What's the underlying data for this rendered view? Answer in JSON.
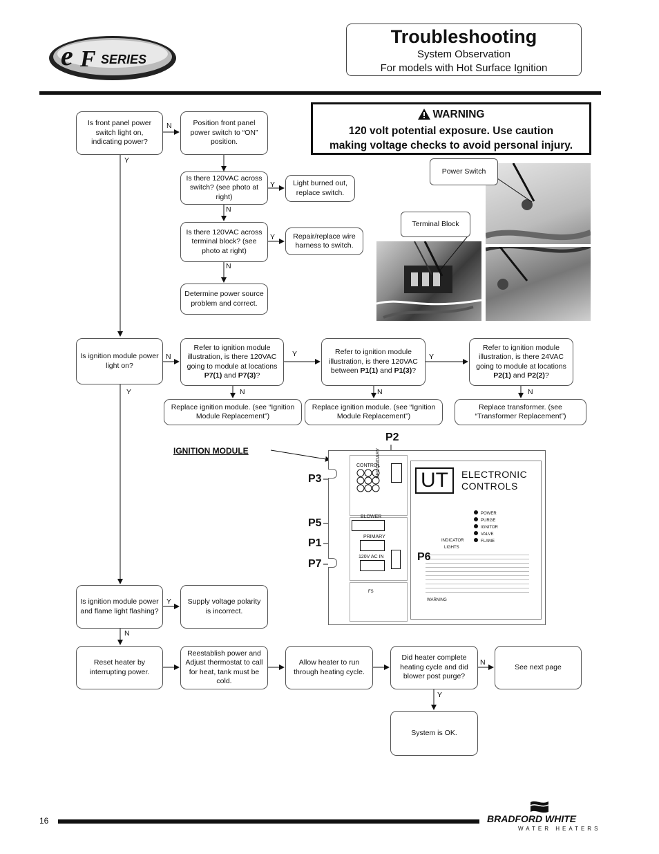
{
  "header": {
    "logo_text": "eF SERIES",
    "title": "Troubleshooting",
    "subtitle1": "System Observation",
    "subtitle2": "For models with Hot Surface Ignition"
  },
  "warning": {
    "heading": "WARNING",
    "line1": "120 volt potential exposure. Use caution",
    "line2": "making voltage checks to avoid personal injury."
  },
  "flow": {
    "b1": "Is front panel power switch light on, indicating power?",
    "b2": "Position front panel power switch to “ON” position.",
    "b3": "Is there 120VAC across switch? (see photo at right)",
    "b4": "Light burned out, replace switch.",
    "b5": "Is there 120VAC across terminal block? (see photo at right)",
    "b6": "Repair/replace wire harness to switch.",
    "b7": "Determine power source problem and correct.",
    "b8": "Is ignition module power light on?",
    "b9_pre": "Refer to ignition module illustration, is there 120VAC going to module at locations ",
    "b9_a": "P7(1)",
    "b9_and": " and ",
    "b9_b": "P7(3)",
    "b9_q": "?",
    "b10_pre": "Refer to ignition module illustration, is there 120VAC between ",
    "b10_a": "P1(1)",
    "b10_and": " and ",
    "b10_b": "P1(3)",
    "b10_q": "?",
    "b11_pre": "Refer to ignition module illustration, is there 24VAC going to module at locations ",
    "b11_a": "P2(1)",
    "b11_and": " and ",
    "b11_b": "P2(2)",
    "b11_q": "?",
    "b12": "Replace ignition module. (see “Ignition Module Replacement”)",
    "b13": "Replace ignition module. (see “Ignition Module Replacement”)",
    "b14": "Replace transformer. (see “Transformer Replacement”)",
    "b15": "Is ignition module power and flame light flashing?",
    "b16": "Supply voltage polarity is incorrect.",
    "b17": "Reset heater by interrupting power.",
    "b18": "Reestablish power and Adjust thermostat to call for heat, tank must be cold.",
    "b19": "Allow heater to run through heating cycle.",
    "b20": "Did heater complete heating cycle and did blower post purge?",
    "b21": "See next page",
    "b22": "System is OK.",
    "yes": "Y",
    "no": "N"
  },
  "photos": {
    "power_switch": "Power Switch",
    "terminal_block": "Terminal Block"
  },
  "module": {
    "label": "IGNITION MODULE",
    "p2": "P2",
    "p3": "P3",
    "p5": "P5",
    "p1": "P1",
    "p7": "P7",
    "p6": "P6",
    "ut": "UT",
    "brand1": "ELECTRONIC",
    "brand2": "CONTROLS",
    "control": "CONTROL",
    "secondary": "SECONDARY",
    "blower": "BLOWER",
    "primary": "PRIMARY",
    "ac_in": "120V AC IN",
    "indicator1": "INDICATOR",
    "indicator2": "LIGHTS",
    "lights": [
      "POWER",
      "PURGE",
      "IGNITOR",
      "VALVE",
      "FLAME"
    ],
    "fs": "FS",
    "warning": "WARNING"
  },
  "footer": {
    "page": "16",
    "brand": "BRADFORD WHITE",
    "brand_sub": "WATER HEATERS"
  }
}
